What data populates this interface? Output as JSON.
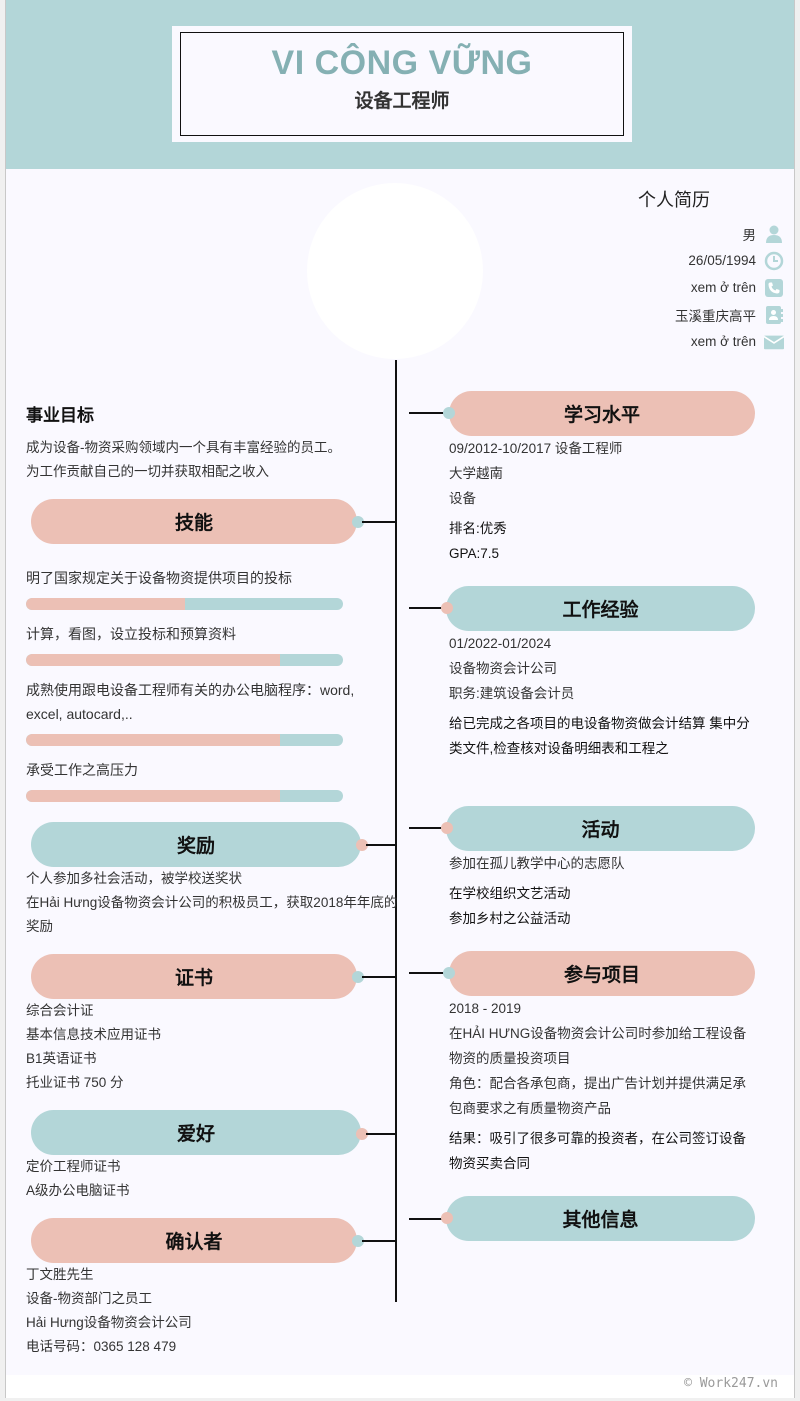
{
  "header": {
    "name": "VI CÔNG VỮNG",
    "title": "设备工程师"
  },
  "profile": {
    "heading": "个人简历",
    "rows": [
      {
        "value": "男",
        "icon": "user-icon"
      },
      {
        "value": "26/05/1994",
        "icon": "clock-icon"
      },
      {
        "value": "xem ở trên",
        "icon": "phone-icon"
      },
      {
        "value": "玉溪重庆高平",
        "icon": "address-book-icon"
      },
      {
        "value": "xem ở trên",
        "icon": "envelope-icon"
      }
    ]
  },
  "objective": {
    "title": "事业目标",
    "lines": [
      "成为设备-物资采购领域内一个具有丰富经验的员工。",
      "为工作贡献自己的一切并获取相配之收入"
    ]
  },
  "skills": {
    "title": "技能",
    "items": [
      {
        "label": "明了国家规定关于设备物资提供项目的投标",
        "level": 50
      },
      {
        "label": "计算，看图，设立投标和预算资料",
        "level": 80
      },
      {
        "label": "成熟使用跟电设备工程师有关的办公电脑程序：word, excel, autocard,..",
        "level": 80
      },
      {
        "label": "承受工作之高压力",
        "level": 80
      }
    ]
  },
  "awards": {
    "title": "奖励",
    "lines": [
      "个人参加多社会活动，被学校送奖状",
      "在Hải Hưng设备物资会计公司的积极员工，获取2018年年底的奖励"
    ]
  },
  "certificates": {
    "title": "证书",
    "lines": [
      "综合会计证",
      "基本信息技术应用证书",
      "B1英语证书",
      "托业证书 750 分"
    ]
  },
  "hobbies": {
    "title": "爱好",
    "lines": [
      "定价工程师证书",
      "A级办公电脑证书"
    ]
  },
  "references": {
    "title": "确认者",
    "lines": [
      "丁文胜先生",
      "设备-物资部门之员工",
      "Hải Hưng设备物资会计公司",
      "电话号码：0365 128 479"
    ]
  },
  "education": {
    "title": "学习水平",
    "period": "09/2012-10/2017 设备工程师",
    "school": "大学越南",
    "major": "设备",
    "rank": "排名:优秀",
    "gpa": "GPA:7.5"
  },
  "experience": {
    "title": "工作经验",
    "period": "01/2022-01/2024",
    "company": "设备物资会计公司",
    "position": "职务:建筑设备会计员",
    "description": "给已完成之各项目的电设备物资做会计结算 集中分类文件,检查核对设备明细表和工程之"
  },
  "activities": {
    "title": "活动",
    "lines": [
      "参加在孤儿教学中心的志愿队",
      "在学校组织文艺活动",
      "参加乡村之公益活动"
    ]
  },
  "projects": {
    "title": "参与项目",
    "period": "2018 - 2019",
    "description": "在HẢI HƯNG设备物资会计公司时参加给工程设备物资的质量投资项目",
    "role": "角色：配合各承包商，提出广告计划并提供满足承包商要求之有质量物资产品",
    "result": "结果：吸引了很多可靠的投资者，在公司签订设备物资买卖合同"
  },
  "other": {
    "title": "其他信息"
  },
  "footer": {
    "watermark": "© Work247.vn"
  },
  "colors": {
    "teal": "#b3d6d8",
    "pink": "#ecc0b5",
    "name": "#85b0b3",
    "background": "#faf9ff"
  }
}
